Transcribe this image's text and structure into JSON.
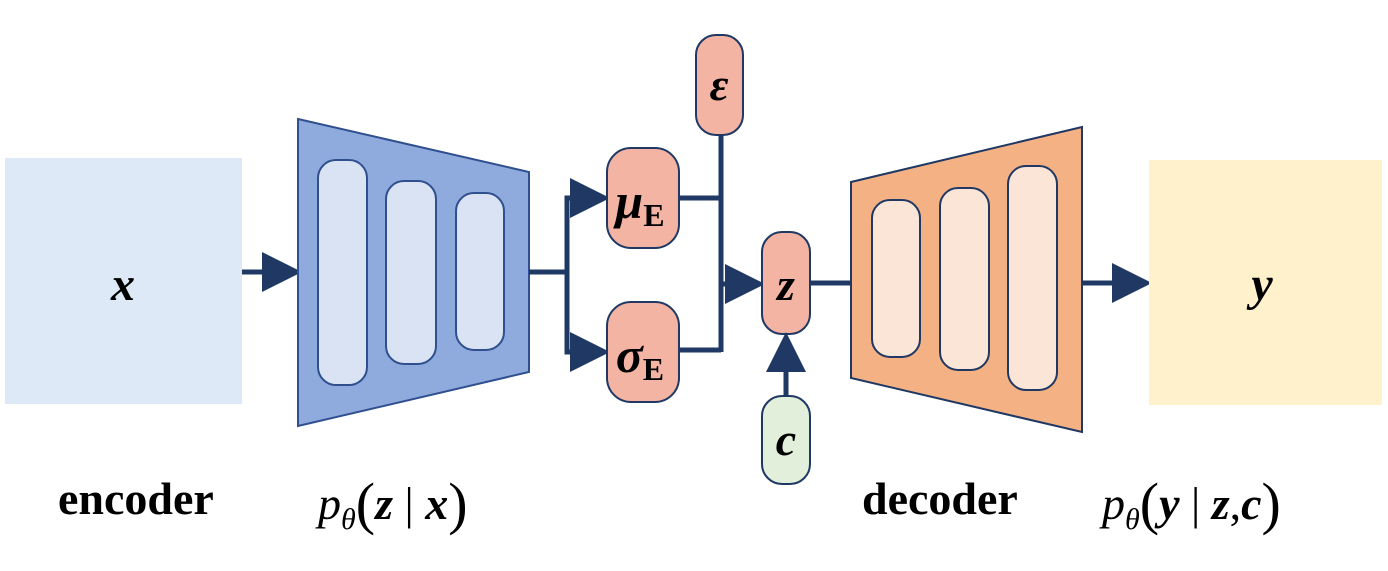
{
  "diagram": {
    "colors": {
      "input_box": "#dde9f6",
      "output_box": "#fef1cb",
      "encoder_fill": "#8faadc",
      "encoder_inner": "#dae3f3",
      "decoder_fill": "#f4b183",
      "decoder_inner": "#fbe5d6",
      "latent_node": "#f4b4a4",
      "condition_node": "#e2efda",
      "stroke": "#1f3864"
    },
    "nodes": {
      "x": "x",
      "y": "y",
      "mu": "μ",
      "mu_sub": "E",
      "sigma": "σ",
      "sigma_sub": "E",
      "epsilon": "ε",
      "z": "z",
      "c": "c"
    },
    "captions": {
      "encoder_label": "encoder",
      "encoder_formula": {
        "p": "p",
        "theta": "θ",
        "open": "(",
        "z": "z",
        "bar": "|",
        "x": "x",
        "close": ")"
      },
      "decoder_label": "decoder",
      "decoder_formula": {
        "p": "p",
        "theta": "θ",
        "open": "(",
        "y": "y",
        "bar": "|",
        "z": "z",
        "comma": ",",
        "c": "c",
        "close": ")"
      }
    }
  }
}
